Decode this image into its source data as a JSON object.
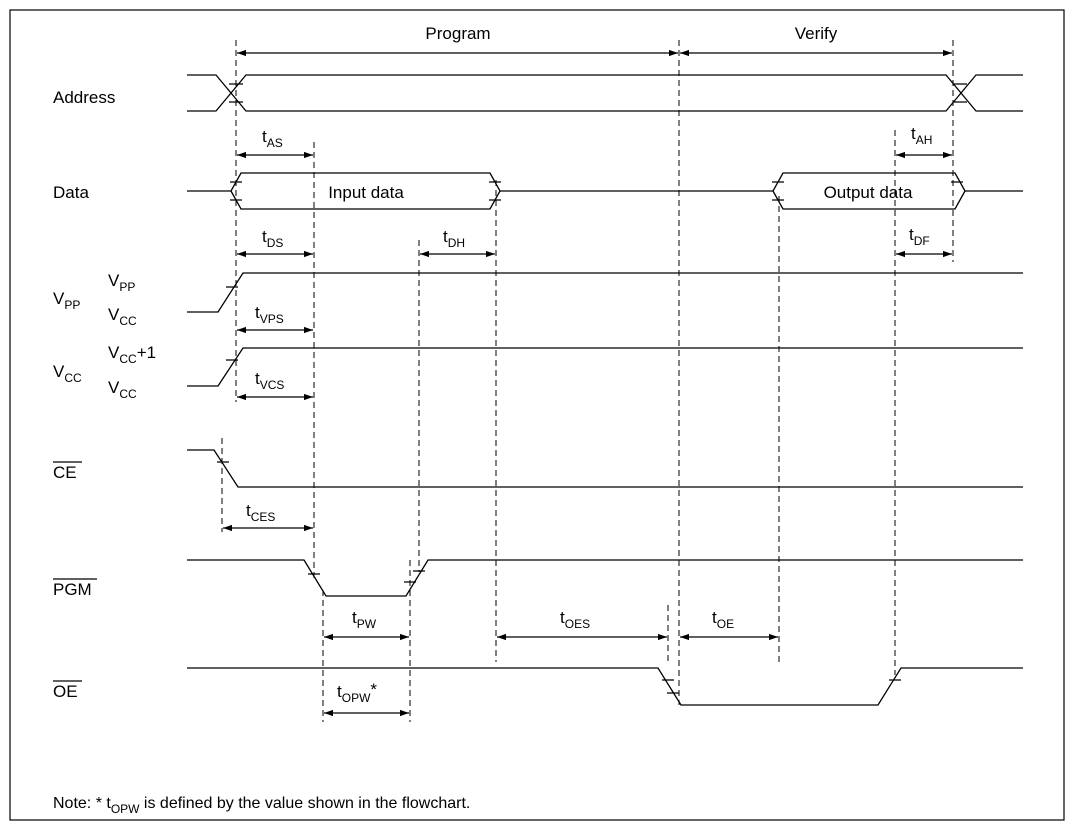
{
  "phases": {
    "program": "Program",
    "verify": "Verify"
  },
  "signals": {
    "address": "Address",
    "data": "Data",
    "vpp": {
      "base": "V",
      "sub": "PP",
      "high_base": "V",
      "high_sub": "PP",
      "low_base": "V",
      "low_sub": "CC"
    },
    "vcc": {
      "base": "V",
      "sub": "CC",
      "high_base": "V",
      "high_sub": "CC",
      "high_suffix": "+1",
      "low_base": "V",
      "low_sub": "CC"
    },
    "ce": "CE",
    "pgm": "PGM",
    "oe": "OE"
  },
  "data_labels": {
    "input": "Input data",
    "output": "Output data"
  },
  "timings": {
    "t_as": {
      "base": "t",
      "sub": "AS"
    },
    "t_ah": {
      "base": "t",
      "sub": "AH"
    },
    "t_ds": {
      "base": "t",
      "sub": "DS"
    },
    "t_dh": {
      "base": "t",
      "sub": "DH"
    },
    "t_df": {
      "base": "t",
      "sub": "DF"
    },
    "t_vps": {
      "base": "t",
      "sub": "VPS"
    },
    "t_vcs": {
      "base": "t",
      "sub": "VCS"
    },
    "t_ces": {
      "base": "t",
      "sub": "CES"
    },
    "t_pw": {
      "base": "t",
      "sub": "PW"
    },
    "t_oes": {
      "base": "t",
      "sub": "OES"
    },
    "t_oe": {
      "base": "t",
      "sub": "OE"
    },
    "t_opw": {
      "base": "t",
      "sub": "OPW",
      "suffix": "*"
    }
  },
  "note": {
    "prefix": "Note:  * ",
    "term_base": "t",
    "term_sub": "OPW",
    "text": " is defined by the value shown in the flowchart."
  }
}
